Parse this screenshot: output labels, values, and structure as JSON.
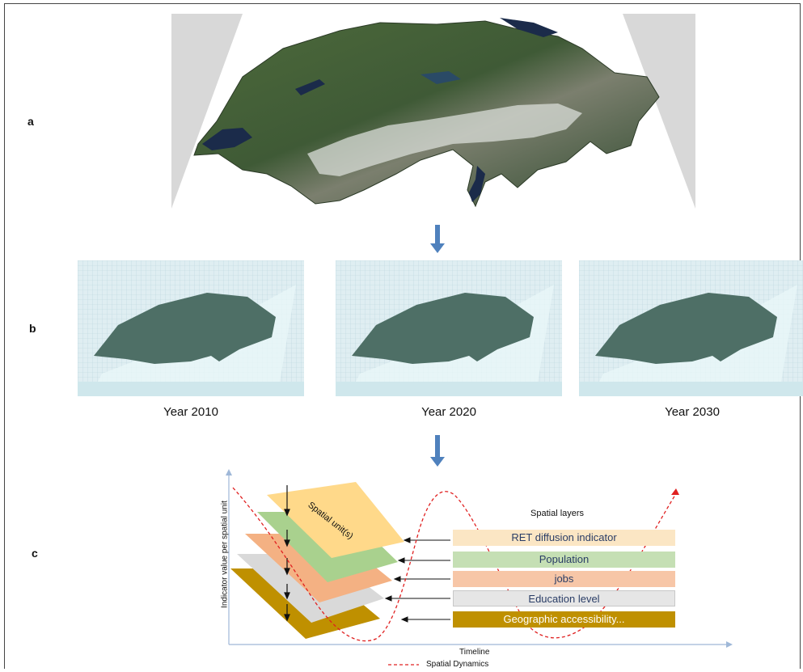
{
  "panels": {
    "a": "a",
    "b": "b",
    "c": "c"
  },
  "years": [
    "Year 2010",
    "Year 2020",
    "Year 2030"
  ],
  "diagram": {
    "y_axis_label": "Indicator value per spatial unit",
    "x_axis_label": "Timeline",
    "legend_label": "Spatial Dynamics",
    "spatial_unit_label": "Spatial unit(s)",
    "layers_title": "Spatial layers",
    "layers": [
      {
        "label": "RET diffusion indicator",
        "color": "#fbe6c4",
        "text_color": "#2a3d66"
      },
      {
        "label": "Population",
        "color": "#c5dfb4",
        "text_color": "#2a3d66"
      },
      {
        "label": "jobs",
        "color": "#f7c6a7",
        "text_color": "#2a3d66"
      },
      {
        "label": "Education level",
        "color": "#e6e6e6",
        "text_color": "#2a3d66"
      },
      {
        "label": "Geographic accessibility...",
        "color": "#bf9000",
        "text_color": "#ffffff"
      }
    ]
  },
  "colors": {
    "arrow": "#4f81bd",
    "curve": "#e02020",
    "axis": "#9fb8d8",
    "map_green": "#3f5a36",
    "map_snow": "#d9ddd8",
    "lake": "#1b2b4a"
  }
}
